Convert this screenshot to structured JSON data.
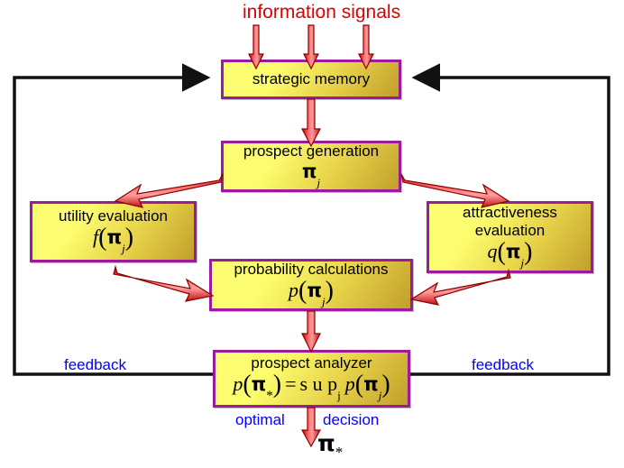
{
  "diagram": {
    "title_top": "information signals",
    "nodes": {
      "strategic_memory": {
        "label": "strategic memory"
      },
      "prospect_generation": {
        "label": "prospect generation",
        "formula_pi": "π",
        "formula_sub": "j"
      },
      "utility_evaluation": {
        "label": "utility evaluation",
        "fn": "f",
        "arg_pi": "π",
        "arg_sub": "j"
      },
      "attractiveness_evaluation": {
        "label_line1": "attractiveness",
        "label_line2": "evaluation",
        "fn": "q",
        "arg_pi": "π",
        "arg_sub": "j"
      },
      "probability_calculations": {
        "label": "probability calculations",
        "fn": "p",
        "arg_pi": "π",
        "arg_sub": "j"
      },
      "prospect_analyzer": {
        "label": "prospect analyzer",
        "fn_left": "p",
        "arg_left_pi": "π",
        "arg_left_sub": "*",
        "equals": "=",
        "sup_text": "s u p",
        "sup_sub": "j",
        "fn_right": "p",
        "arg_right_pi": "π",
        "arg_right_sub": "j"
      }
    },
    "labels": {
      "feedback_left": "feedback",
      "feedback_right": "feedback",
      "optimal": "optimal",
      "decision": "decision",
      "output_pi": "π",
      "output_sub": "*"
    },
    "colors": {
      "box_border": "#9c1a9c",
      "box_fill_light": "#fdfd76",
      "box_fill_dark": "#c19f2b",
      "red_arrow": "#e02020",
      "red_arrow_dark": "#a00000",
      "black_line": "#111111",
      "blue_text": "#0000ff",
      "red_text": "#e00000"
    }
  }
}
